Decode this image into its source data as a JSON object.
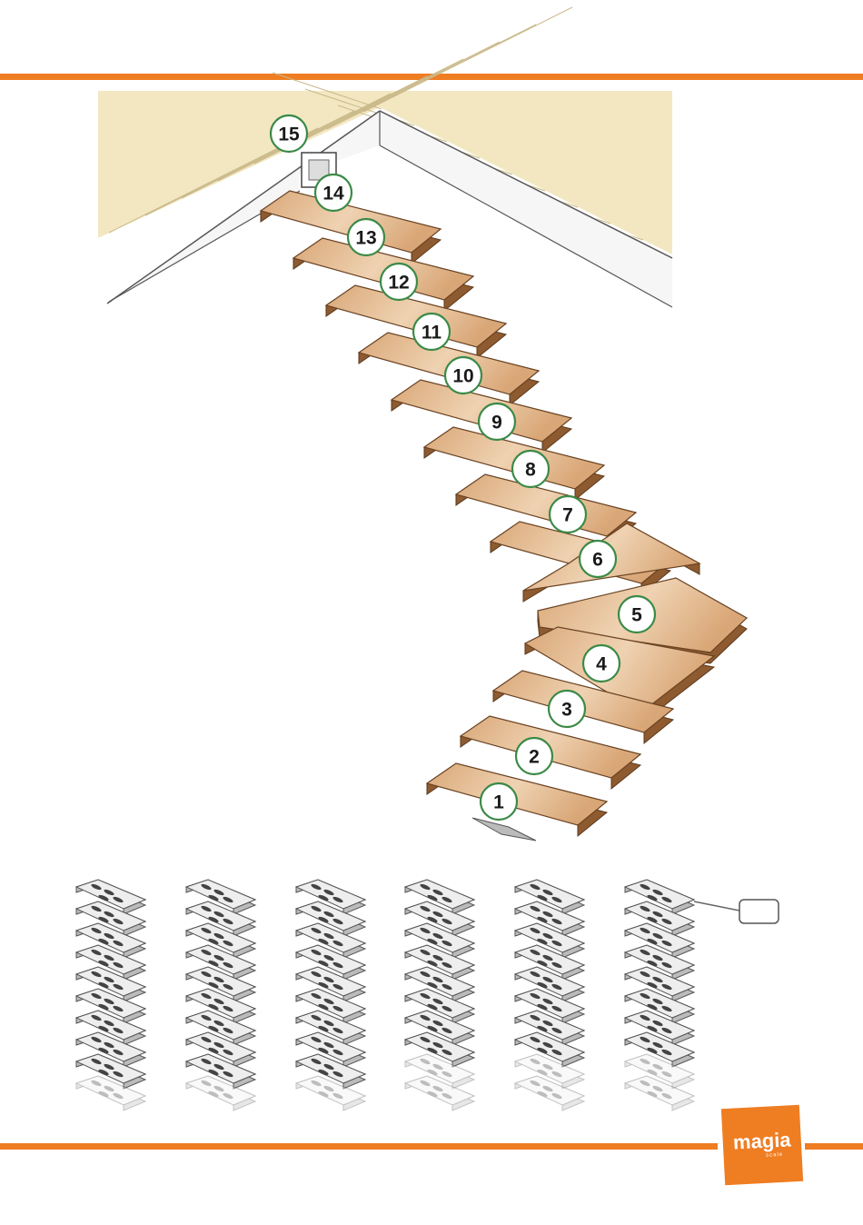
{
  "colors": {
    "accent": "#ef7d22",
    "tread_top": "#d9a777",
    "tread_light": "#efd2b2",
    "tread_edge": "#8e5a2f",
    "ceiling": "#f2e7c0",
    "grid_line": "#c9b98a",
    "wall": "#f6f6f6",
    "label_stroke": "#3b8a47",
    "plate_fill": "#eeeeee",
    "plate_stroke": "#555555"
  },
  "steps": [
    {
      "number": "1"
    },
    {
      "number": "2"
    },
    {
      "number": "3"
    },
    {
      "number": "4"
    },
    {
      "number": "5"
    },
    {
      "number": "6"
    },
    {
      "number": "7"
    },
    {
      "number": "8"
    },
    {
      "number": "9"
    },
    {
      "number": "10"
    },
    {
      "number": "11"
    },
    {
      "number": "12"
    },
    {
      "number": "13"
    },
    {
      "number": "14"
    }
  ],
  "landing": {
    "number": "15"
  },
  "spacer_plates": {
    "columns": [
      {
        "count": 10,
        "faded": 1
      },
      {
        "count": 10,
        "faded": 1
      },
      {
        "count": 10,
        "faded": 1
      },
      {
        "count": 10,
        "faded": 2
      },
      {
        "count": 10,
        "faded": 2
      },
      {
        "count": 10,
        "faded": 2
      }
    ],
    "callout_label": ""
  },
  "logo": {
    "word": "magia",
    "sub": "scale"
  },
  "icons": {
    "logo": "magia-logo-icon"
  }
}
